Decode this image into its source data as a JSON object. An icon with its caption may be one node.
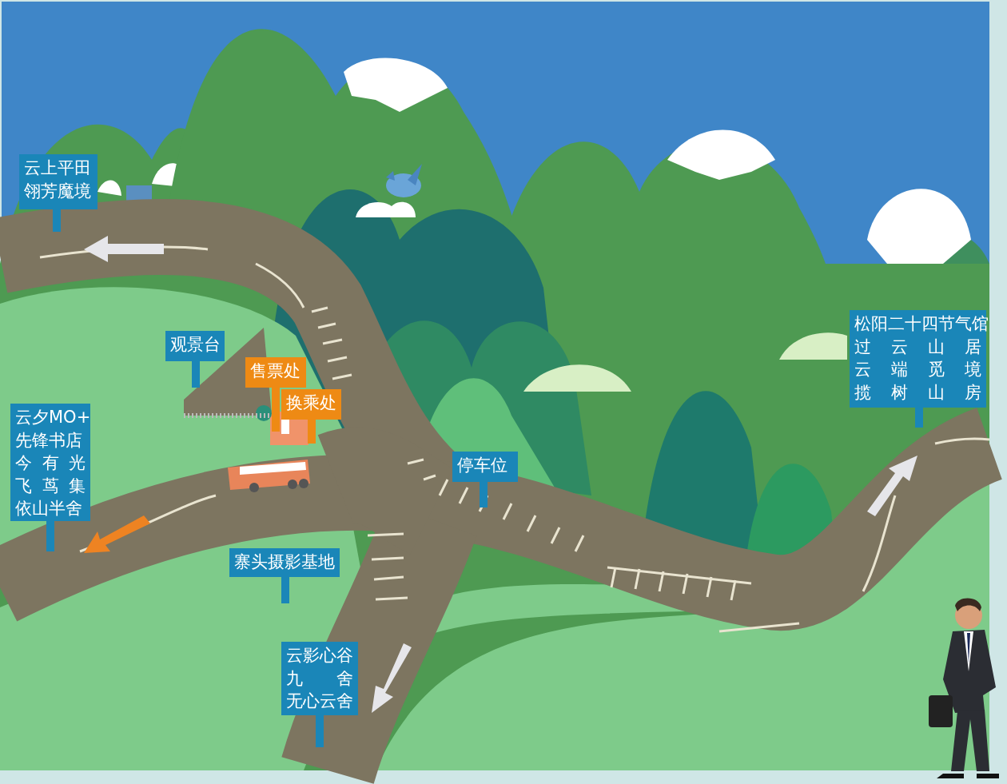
{
  "diagram": {
    "nodes": [
      {
        "text": [
          "云上平田",
          "翎芳魔境"
        ]
      },
      {
        "text": [
          "观景台"
        ]
      },
      {
        "text": [
          "售票处"
        ]
      },
      {
        "text": [
          "换乘处"
        ]
      },
      {
        "text": [
          "云夕MO+",
          "先锋书店",
          "今有光",
          "飞茑集",
          "依山半舍"
        ]
      },
      {
        "text": [
          "停车位"
        ]
      },
      {
        "text": [
          "寨头摄影基地"
        ]
      },
      {
        "text": [
          "云影心谷",
          "九舍",
          "无心云舍"
        ]
      },
      {
        "text": [
          "松阳二十四节气馆",
          "过云山居",
          "云端觅境",
          "揽树山房"
        ]
      }
    ]
  }
}
